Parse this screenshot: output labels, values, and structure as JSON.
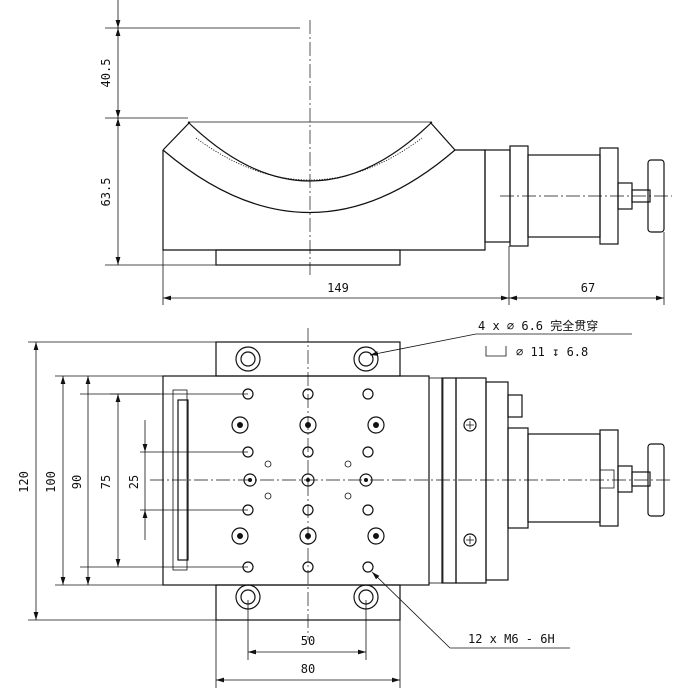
{
  "dimensions": {
    "side_height_top": "40.5",
    "side_height_body": "63.5",
    "side_length_body": "149",
    "side_length_motor": "67",
    "plan_overall": "120",
    "plan_100": "100",
    "plan_90": "90",
    "plan_75": "75",
    "plan_25": "25",
    "plan_50": "50",
    "plan_80": "80"
  },
  "notes": {
    "through_holes": "4 x ∅ 6.6 完全贯穿",
    "counterbore": "∅ 11 ↧ 6.8",
    "tapped_holes": "12 x M6 - 6H"
  }
}
